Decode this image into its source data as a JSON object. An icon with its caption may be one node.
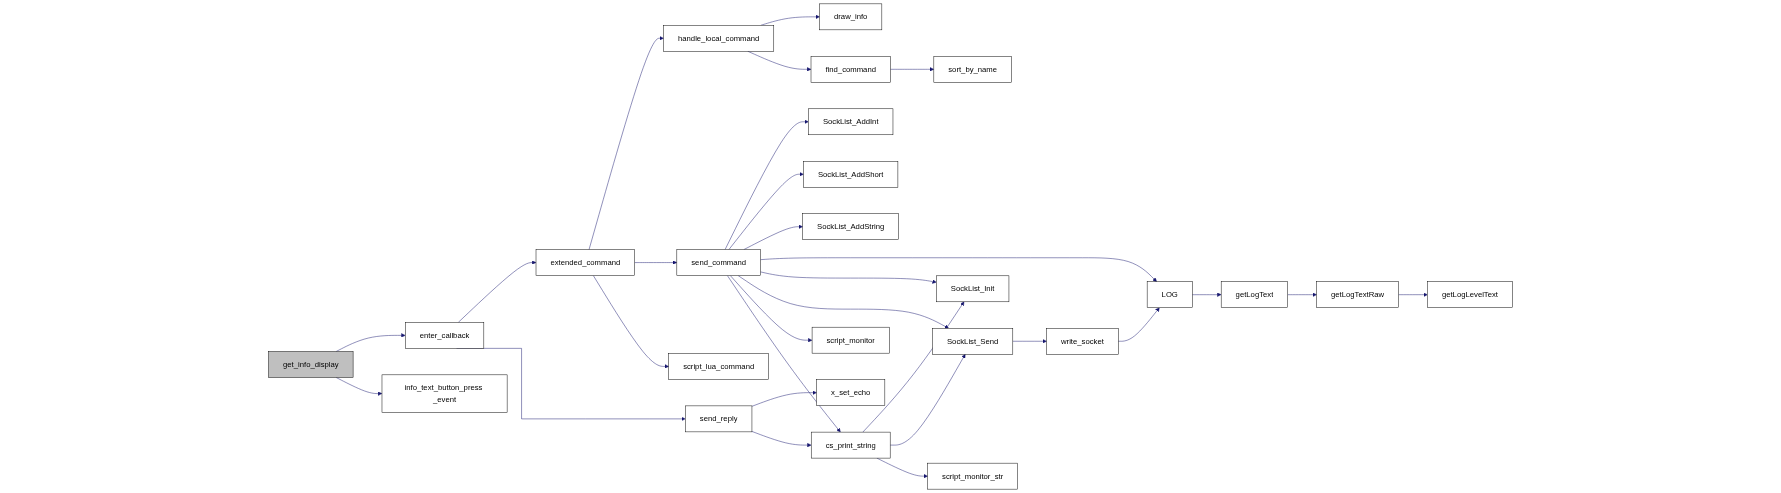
{
  "diagram": {
    "nodes": [
      {
        "text": [
          "get_info_display"
        ]
      },
      {
        "text": [
          "enter_callback"
        ]
      },
      {
        "text": [
          "info_text_button_press _event"
        ]
      },
      {
        "text": [
          "extended_command"
        ]
      },
      {
        "text": [
          "send_reply"
        ]
      },
      {
        "text": [
          "handle_local_command"
        ]
      },
      {
        "text": [
          "send_command"
        ]
      },
      {
        "text": [
          "script_lua_command"
        ]
      },
      {
        "text": [
          "x_set_echo"
        ]
      },
      {
        "text": [
          "cs_print_string"
        ]
      },
      {
        "text": [
          "draw_info"
        ]
      },
      {
        "text": [
          "find_command"
        ]
      },
      {
        "text": [
          "sort_by_name"
        ]
      },
      {
        "text": [
          "SockList_AddInt"
        ]
      },
      {
        "text": [
          "SockList_AddShort"
        ]
      },
      {
        "text": [
          "SockList_AddString"
        ]
      },
      {
        "text": [
          "SockList_Init"
        ]
      },
      {
        "text": [
          "SockList_Send"
        ]
      },
      {
        "text": [
          "script_monitor"
        ]
      },
      {
        "text": [
          "script_monitor_str"
        ]
      },
      {
        "text": [
          "write_socket"
        ]
      },
      {
        "text": [
          "LOG"
        ]
      },
      {
        "text": [
          "getLogText"
        ]
      },
      {
        "text": [
          "getLogTextRaw"
        ]
      },
      {
        "text": [
          "getLogLevelText"
        ]
      }
    ],
    "edges": [
      {
        "from": 0,
        "to": 1,
        "arrow": "to"
      },
      {
        "from": 0,
        "to": 2,
        "arrow": "to"
      },
      {
        "from": 1,
        "to": 3,
        "arrow": "to"
      },
      {
        "from": 1,
        "to": 4,
        "arrow": "to"
      },
      {
        "from": 3,
        "to": 5,
        "arrow": "to"
      },
      {
        "from": 3,
        "to": 6,
        "arrow": "to"
      },
      {
        "from": 3,
        "to": 7,
        "arrow": "to"
      },
      {
        "from": 4,
        "to": 8,
        "arrow": "to"
      },
      {
        "from": 4,
        "to": 9,
        "arrow": "to"
      },
      {
        "from": 5,
        "to": 10,
        "arrow": "to"
      },
      {
        "from": 5,
        "to": 11,
        "arrow": "to"
      },
      {
        "from": 11,
        "to": 12,
        "arrow": "to"
      },
      {
        "from": 6,
        "to": 13,
        "arrow": "to"
      },
      {
        "from": 6,
        "to": 14,
        "arrow": "to"
      },
      {
        "from": 6,
        "to": 15,
        "arrow": "to"
      },
      {
        "from": 6,
        "to": 21,
        "arrow": "to"
      },
      {
        "from": 6,
        "to": 16,
        "arrow": "to"
      },
      {
        "from": 6,
        "to": 17,
        "arrow": "to"
      },
      {
        "from": 6,
        "to": 18,
        "arrow": "to"
      },
      {
        "from": 6,
        "to": 9,
        "arrow": "to"
      },
      {
        "from": 9,
        "to": 16,
        "arrow": "to"
      },
      {
        "from": 9,
        "to": 17,
        "arrow": "to"
      },
      {
        "from": 9,
        "to": 19,
        "arrow": "to"
      },
      {
        "from": 17,
        "to": 20,
        "arrow": "to"
      },
      {
        "from": 20,
        "to": 21,
        "arrow": "to"
      },
      {
        "from": 21,
        "to": 22,
        "arrow": "to"
      },
      {
        "from": 22,
        "to": 23,
        "arrow": "to"
      },
      {
        "from": 23,
        "to": 24,
        "arrow": "to"
      }
    ]
  }
}
